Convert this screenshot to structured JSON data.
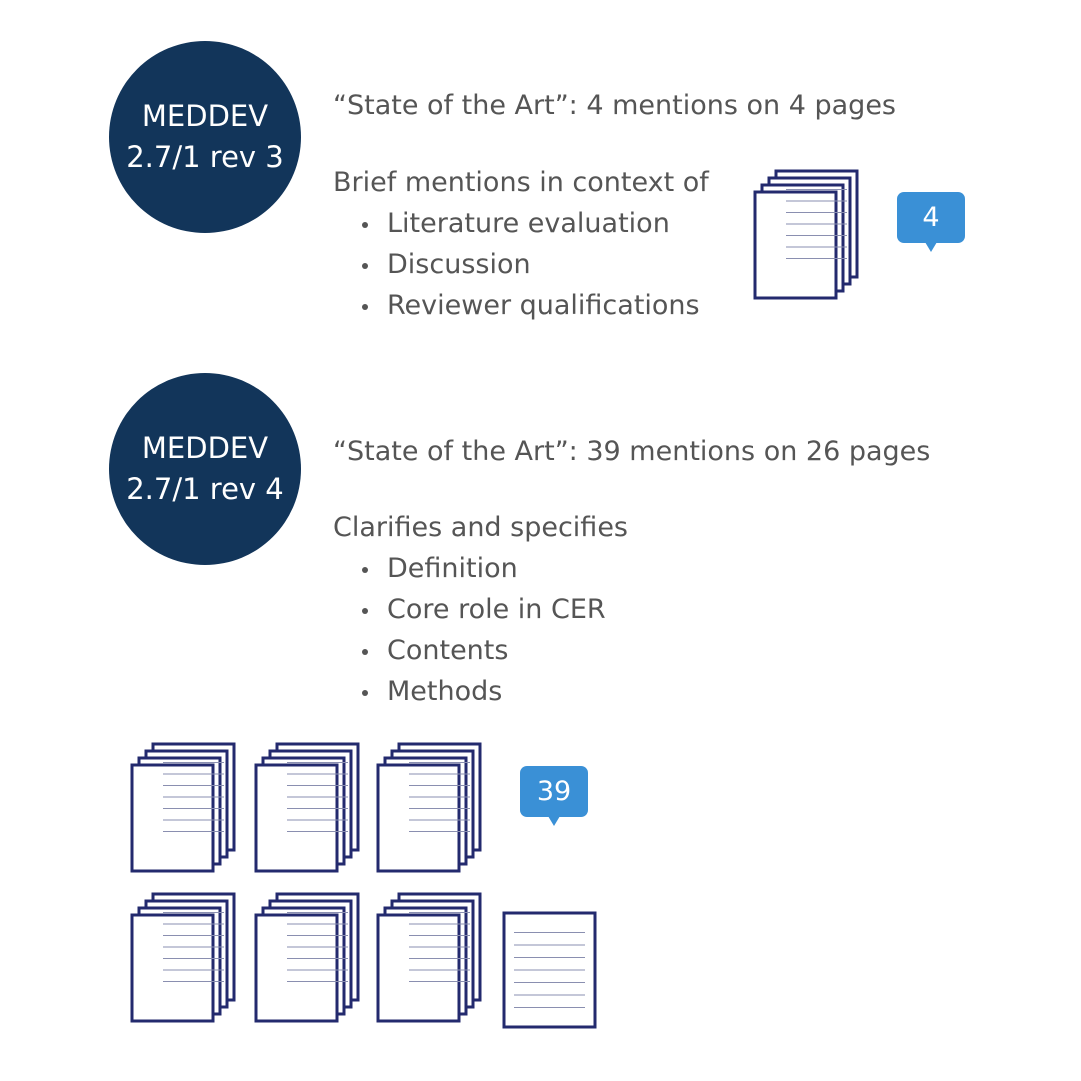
{
  "section1": {
    "badge_line1": "MEDDEV",
    "badge_line2": "2.7/1 rev 3",
    "headline": "“State of the Art”: 4 mentions on 4 pages",
    "intro": "Brief mentions in context of",
    "items": [
      "Literature evaluation",
      "Discussion",
      "Reviewer qualifications"
    ],
    "count_badge": "4"
  },
  "section2": {
    "badge_line1": "MEDDEV",
    "badge_line2": "2.7/1 rev 4",
    "headline": "“State of the Art”: 39 mentions on 26 pages",
    "intro": "Clarifies and specifies",
    "items": [
      "Definition",
      "Core role in CER",
      "Contents",
      "Methods"
    ],
    "count_badge": "39"
  },
  "colors": {
    "badge_circle": "#12355a",
    "count_bubble": "#3a90d6",
    "page_stroke": "#232a6e",
    "text": "#555555"
  }
}
